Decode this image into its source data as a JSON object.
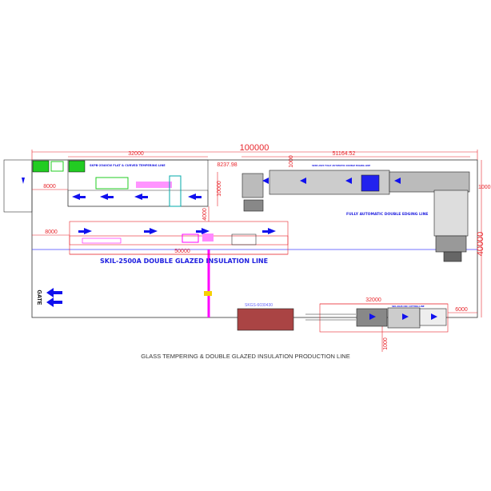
{
  "title": "GLASS TEMPERING & DOUBLE GLAZED INSULATION PRODUCTION LINE",
  "labels": {
    "tempering_line": "SKPB-2540CW FLAT & CURVED TEMPERING LINE",
    "insulation_line": "SKIL-2500A DOUBLE GLAZED INSULATION LINE",
    "edging_line": "FULLY AUTOMATIC DOUBLE EDGING LINE",
    "edging_line_top": "SKSE-2825 FULLY AUTOMATIC DOUBLE EDGING LINE",
    "storage": "SKGS-6030430",
    "cutting_line": "SKC-4028 CNC CUTTING LINE",
    "gate": "GATE"
  },
  "dimensions": {
    "overall_length": "100000",
    "overall_width": "40000",
    "tempering_length": "32000",
    "edging_length": "51164.52",
    "gap": "8237.98",
    "tempering_width": "10000",
    "spacing": "4000",
    "left_8000_top": "8000",
    "left_8000_bottom": "8000",
    "insulation_length": "50000",
    "cutting_length": "32000",
    "cutting_width": "6000",
    "top_1000": "1000",
    "right_1000": "1000",
    "bottom_1000": "1000"
  },
  "colors": {
    "dimension": "#e8242a",
    "label": "#2020e0",
    "equipment": "#222222",
    "path": "#ff00ff",
    "green": "#22cc22"
  }
}
